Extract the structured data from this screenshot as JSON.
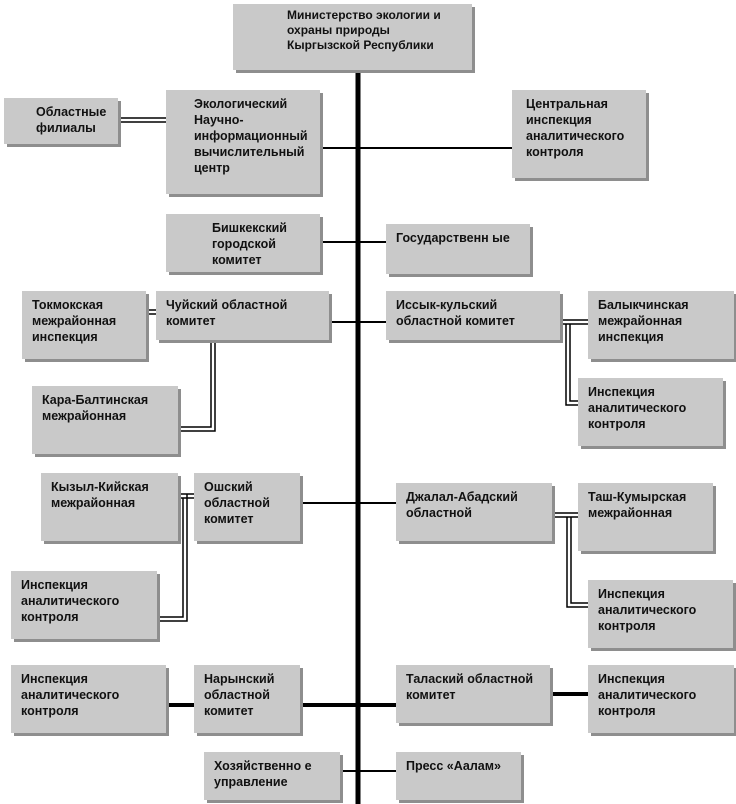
{
  "nodes": {
    "ministry": "Министерство экологии и охраны природы Кыргызской Республики",
    "regional_branches": "Областные филиалы",
    "eco_center": "Экологический Научно-информационный вычислительный центр",
    "central_inspection": "Центральная инспекция аналитического контроля",
    "bishkek": "Бишкекский городской комитет",
    "state": "Государственн ые",
    "tokmok": "Токмокская межрайонная инспекция",
    "chui": "Чуйский областной комитет",
    "issyk_kul": "Иссык-кульский областной комитет",
    "balykchy": "Балыкчинская межрайонная инспекция",
    "kara_balta": "Кара-Балтинская межрайонная",
    "issyk_inspection": "Инспекция аналитического контроля",
    "kyzyl_kiya": "Кызыл-Кийская межрайонная",
    "osh": "Ошский областной комитет",
    "jalal_abad": "Джалал-Абадский областной",
    "tash_kumyr": "Таш-Кумырская межрайонная",
    "osh_inspection": "Инспекция аналитического контроля",
    "jalal_inspection": "Инспекция аналитического контроля",
    "naryn_inspection": "Инспекция аналитического контроля",
    "naryn": "Нарынский областной комитет",
    "talas": "Талаский областной комитет",
    "talas_inspection": "Инспекция аналитического контроля",
    "economic": "Хозяйственно е управление",
    "press": "Пресс «Аалам»"
  },
  "colors": {
    "box_fill": "#c9c9c9",
    "box_shadow": "#8e8e8e",
    "line": "#000000"
  }
}
